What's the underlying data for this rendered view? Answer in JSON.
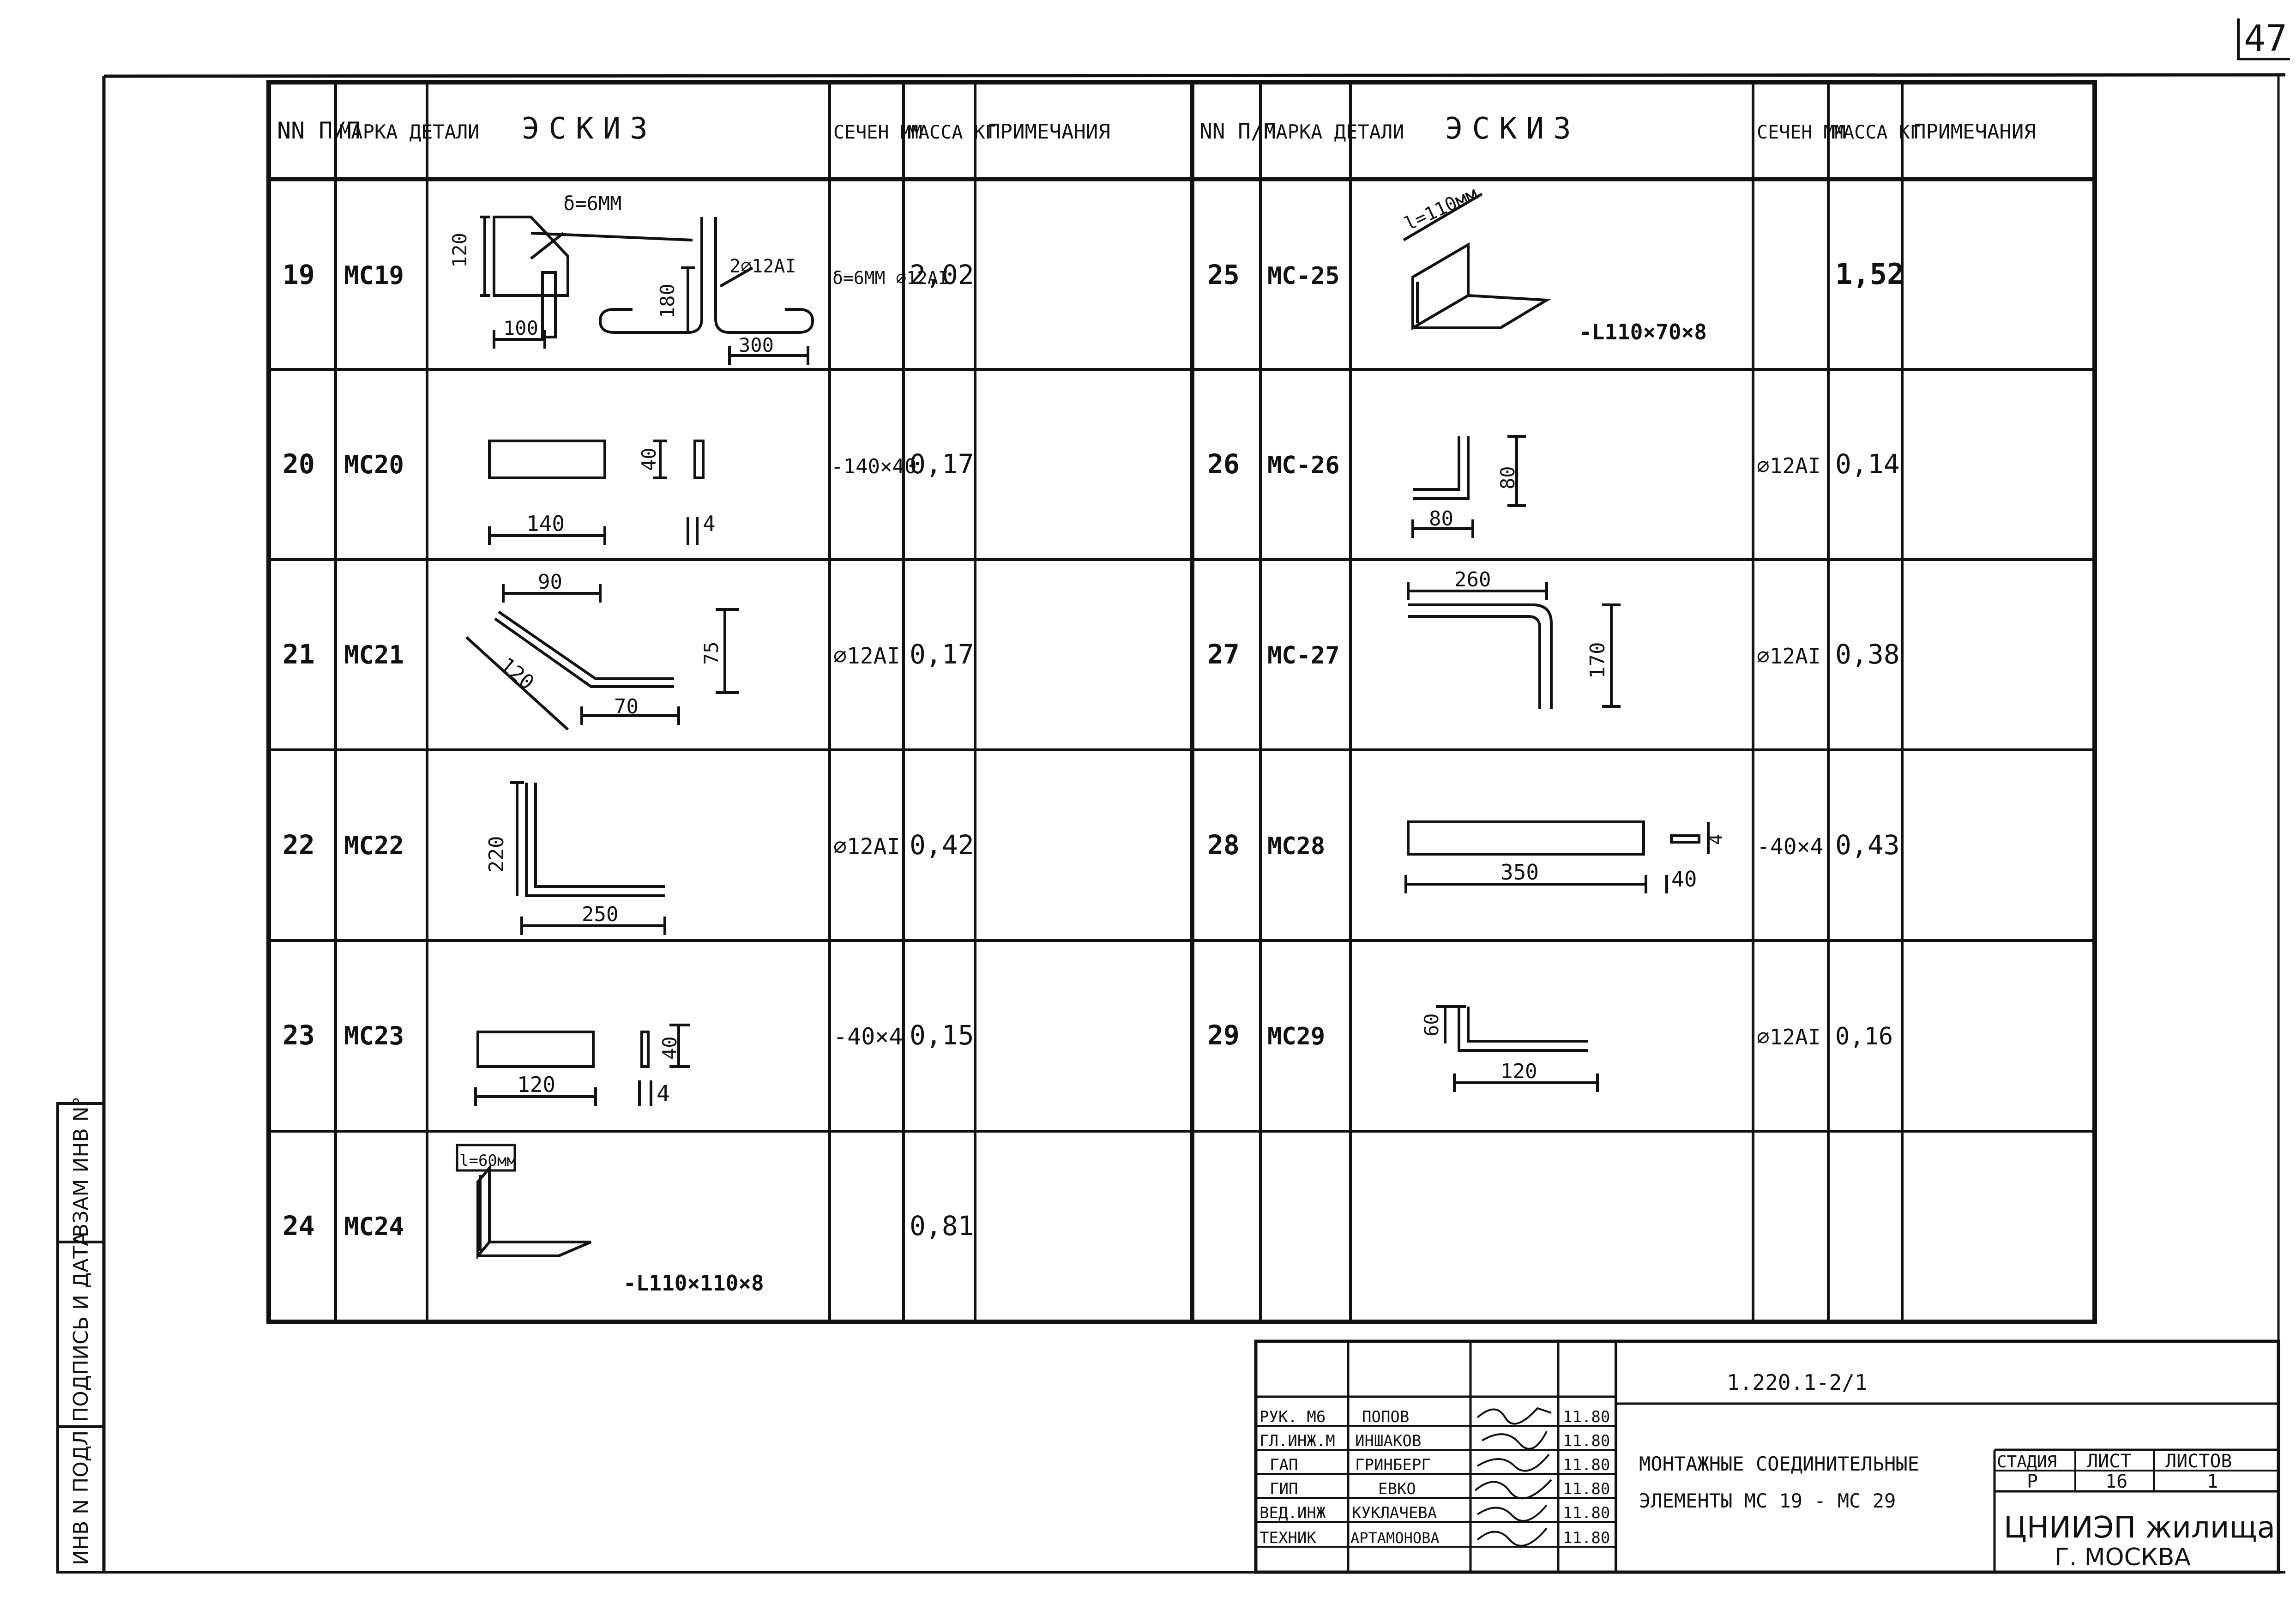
{
  "page_number": "47",
  "left_column_headers": {
    "num": "NN П/П",
    "mark": "МАРКА ДЕТАЛИ",
    "sketch": "ЭСКИЗ",
    "section": "СЕЧЕН ММ",
    "mass": "МАССА КГ",
    "notes": "ПРИМЕЧАНИЯ"
  },
  "right_column_headers": {
    "num": "NN П/П",
    "mark": "МАРКА ДЕТАЛИ",
    "sketch": "ЭСКИЗ",
    "section": "СЕЧЕН ММ",
    "mass": "МАССА КГ",
    "notes": "ПРИМЕЧАНИЯ"
  },
  "left_rows": [
    {
      "num": "19",
      "mark": "МС19",
      "section": "δ=6ММ ⌀12АI",
      "mass": "2,02",
      "notes": "",
      "sketch": {
        "thk": "δ=6ММ",
        "d1": "120",
        "d2": "100",
        "d3": "180",
        "d4": "2⌀12АI",
        "d5": "300"
      }
    },
    {
      "num": "20",
      "mark": "МС20",
      "section": "-140×40",
      "mass": "0,17",
      "notes": "",
      "sketch": {
        "d1": "140",
        "d2": "40",
        "d3": "4"
      }
    },
    {
      "num": "21",
      "mark": "МС21",
      "section": "⌀12АI",
      "mass": "0,17",
      "notes": "",
      "sketch": {
        "d1": "90",
        "d2": "120",
        "d3": "70",
        "d4": "75"
      }
    },
    {
      "num": "22",
      "mark": "МС22",
      "section": "⌀12АI",
      "mass": "0,42",
      "notes": "",
      "sketch": {
        "d1": "220",
        "d2": "250"
      }
    },
    {
      "num": "23",
      "mark": "МС23",
      "section": "-40×4",
      "mass": "0,15",
      "notes": "",
      "sketch": {
        "d1": "120",
        "d2": "40",
        "d3": "4"
      }
    },
    {
      "num": "24",
      "mark": "МС24",
      "section": "",
      "mass": "0,81",
      "notes": "",
      "sketch": {
        "d1": "l=60мм",
        "d2": "-L110×110×8"
      }
    }
  ],
  "right_rows": [
    {
      "num": "25",
      "mark": "МС-25",
      "section": "",
      "mass": "1,52",
      "notes": "",
      "sketch": {
        "d1": "l=110мм",
        "d2": "-L110×70×8"
      }
    },
    {
      "num": "26",
      "mark": "МС-26",
      "section": "⌀12АI",
      "mass": "0,14",
      "notes": "",
      "sketch": {
        "d1": "80",
        "d2": "80"
      }
    },
    {
      "num": "27",
      "mark": "МС-27",
      "section": "⌀12АI",
      "mass": "0,38",
      "notes": "",
      "sketch": {
        "d1": "260",
        "d2": "170"
      }
    },
    {
      "num": "28",
      "mark": "МС28",
      "section": "-40×4",
      "mass": "0,43",
      "notes": "",
      "sketch": {
        "d1": "350",
        "d2": "40",
        "d3": "4"
      }
    },
    {
      "num": "29",
      "mark": "МС29",
      "section": "⌀12АI",
      "mass": "0,16",
      "notes": "",
      "sketch": {
        "d1": "60",
        "d2": "120"
      }
    }
  ],
  "side_stamp": {
    "inv_no": "ИНВ N ПОДЛ",
    "sign_date": "ПОДПИСЬ И ДАТА",
    "replace_inv": "ВЗАМ ИНВ N°"
  },
  "title_block": {
    "doc_code": "1.220.1-2/1",
    "title_line1": "МОНТАЖНЫЕ СОЕДИНИТЕЛЬНЫЕ",
    "title_line2": "ЭЛЕМЕНТЫ МС 19 - МС 29",
    "stage_label": "СТАДИЯ",
    "sheet_label": "ЛИСТ",
    "sheets_label": "ЛИСТОВ",
    "stage": "Р",
    "sheet": "16",
    "sheets": "1",
    "org": "ЦНИИЭП жилища",
    "city": "Г. МОСКВА",
    "signers": [
      {
        "role": "РУК. М6",
        "name": "ПОПОВ",
        "date": "11.80"
      },
      {
        "role": "ГЛ.ИНЖ.М",
        "name": "ИНШАКОВ",
        "date": "11.80"
      },
      {
        "role": "ГАП",
        "name": "ГРИНБЕРГ",
        "date": "11.80"
      },
      {
        "role": "ГИП",
        "name": "ЕВКО",
        "date": "11.80"
      },
      {
        "role": "ВЕД.ИНЖ",
        "name": "КУКЛАЧЕВА",
        "date": "11.80"
      },
      {
        "role": "ТЕХНИК",
        "name": "АРТАМОНОВА",
        "date": "11.80"
      }
    ]
  }
}
